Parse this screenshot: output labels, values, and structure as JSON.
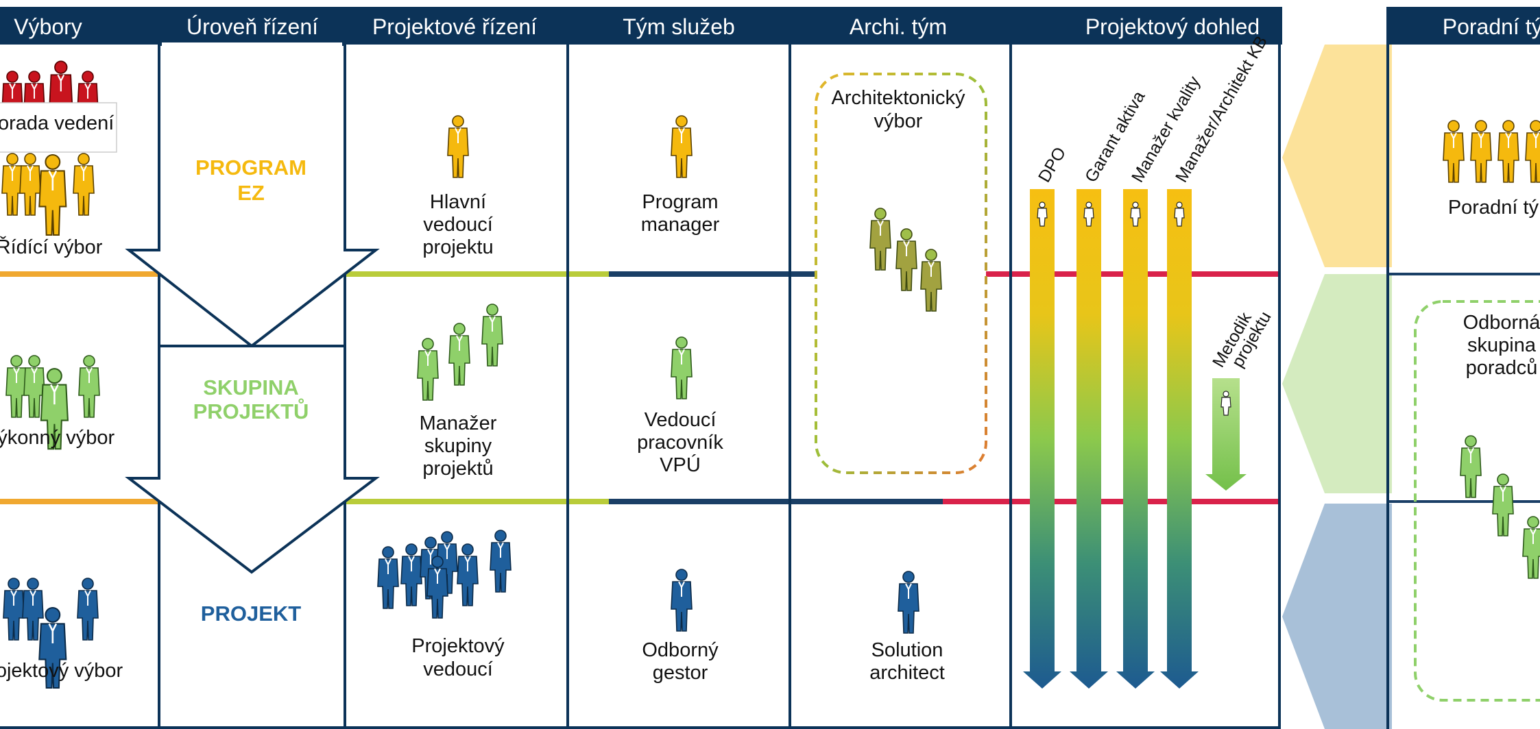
{
  "headers": {
    "vybory": "Výbory",
    "uroven": "Úroveň řízení",
    "projektove": "Projektové řízení",
    "tym_sluzeb": "Tým služeb",
    "archi": "Archi. tým",
    "dohled": "Projektový dohled",
    "poradni": "Poradní tým"
  },
  "vybory": {
    "porada": "Porada vedení",
    "ridici": "Řídící výbor",
    "vykonny": "Výkonný výbor",
    "projektovy": "Projektový výbor"
  },
  "levels": {
    "program_l1": "PROGRAM",
    "program_l2": "EZ",
    "skupina_l1": "SKUPINA",
    "skupina_l2": "PROJEKTŮ",
    "projekt": "PROJEKT"
  },
  "projektove": {
    "hlavni_l1": "Hlavní",
    "hlavni_l2": "vedoucí",
    "hlavni_l3": "projektu",
    "manazer_l1": "Manažer",
    "manazer_l2": "skupiny",
    "manazer_l3": "projektů",
    "vedouci_l1": "Projektový",
    "vedouci_l2": "vedoucí"
  },
  "tym_sluzeb": {
    "program_l1": "Program",
    "program_l2": "manager",
    "vpu_l1": "Vedoucí",
    "vpu_l2": "pracovník",
    "vpu_l3": "VPÚ",
    "gestor_l1": "Odborný",
    "gestor_l2": "gestor"
  },
  "archi": {
    "vybor_l1": "Architektonický",
    "vybor_l2": "výbor",
    "solution_l1": "Solution",
    "solution_l2": "architect"
  },
  "dohled": {
    "dpo": "DPO",
    "garant": "Garant aktiva",
    "kvalita": "Manažer kvality",
    "architekt": "Manažer/Architekt KB",
    "metodik_l1": "Metodik",
    "metodik_l2": "projektu"
  },
  "poradni": {
    "tym": "Poradní tým",
    "odborna_l1": "Odborná",
    "odborna_l2": "skupina",
    "odborna_l3": "poradců"
  },
  "colors": {
    "header": "#0c3358",
    "program": "#f5b90e",
    "skupina": "#8fd06a",
    "projekt": "#1f5f9c",
    "red_person": "#c8141e",
    "line_red": "#d9224a",
    "line_orange": "#f0a830",
    "line_green": "#b9cc3a"
  }
}
